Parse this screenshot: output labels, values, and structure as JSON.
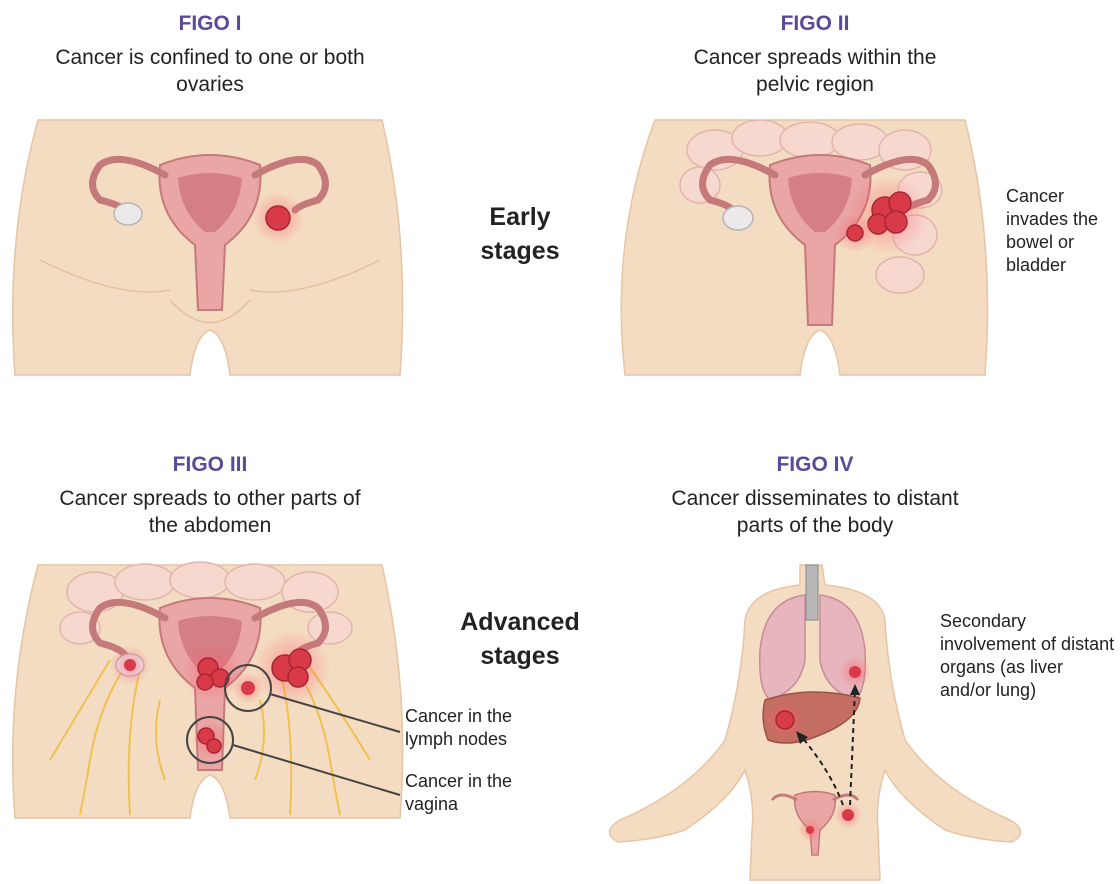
{
  "panels": [
    {
      "stage": "FIGO I",
      "description": "Cancer is confined to one or both ovaries"
    },
    {
      "stage": "FIGO II",
      "description": "Cancer spreads within the pelvic region"
    },
    {
      "stage": "FIGO III",
      "description": "Cancer spreads to other parts of the abdomen"
    },
    {
      "stage": "FIGO IV",
      "description": "Cancer disseminates to distant parts of the body"
    }
  ],
  "groups": {
    "early": "Early stages",
    "advanced": "Advanced stages"
  },
  "notes": {
    "bowel": "Cancer invades the bowel or bladder",
    "lymph": "Cancer in the lymph nodes",
    "vagina": "Cancer in the vagina",
    "distant": "Secondary involvement of distant organs (as liver and/or lung)"
  },
  "colors": {
    "title": "#5b4a97",
    "skin": "#f3dcc2",
    "tumor": "#d93a48",
    "uterus": "#e9a6a4",
    "lymph": "#f0c050",
    "lung": "#e6b5bd",
    "liver": "#c46e62"
  }
}
